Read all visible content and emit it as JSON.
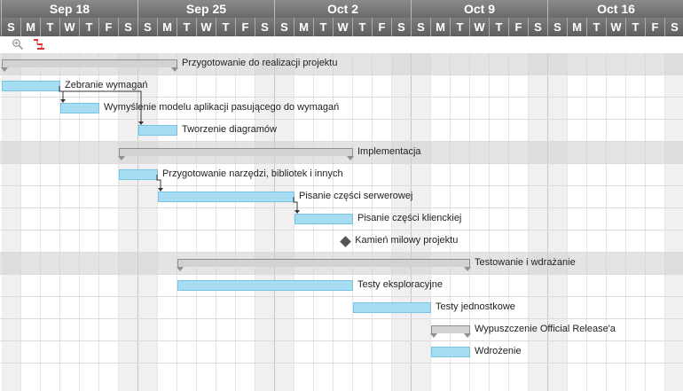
{
  "timeline": {
    "weeks": [
      "Sep 18",
      "Sep 25",
      "Oct 2",
      "Oct 9",
      "Oct 16"
    ],
    "day_letters": [
      "S",
      "M",
      "T",
      "W",
      "T",
      "F",
      "S"
    ]
  },
  "toolbar": {
    "zoom_icon": "zoom-icon",
    "critical_path_icon": "critical-path-icon"
  },
  "colors": {
    "task_fill": "#a6ddf3",
    "summary_fill": "#d2d2d2",
    "milestone": "#555555",
    "weekend_shade": "#f0f0f0",
    "header": "#6e6e6e"
  },
  "tasks": [
    {
      "name": "Przygotowanie do realizacji projektu",
      "type": "summary"
    },
    {
      "name": "Zebranie wymagań",
      "type": "task"
    },
    {
      "name": "Wymyślenie modelu aplikacji pasującego do wymagań",
      "type": "task"
    },
    {
      "name": "Tworzenie diagramów",
      "type": "task"
    },
    {
      "name": "Implementacja",
      "type": "summary"
    },
    {
      "name": "Przygotowanie narzędzi, bibliotek i innych",
      "type": "task"
    },
    {
      "name": "Pisanie części serwerowej",
      "type": "task"
    },
    {
      "name": "Pisanie części klienckiej",
      "type": "task"
    },
    {
      "name": "Kamień milowy projektu",
      "type": "milestone"
    },
    {
      "name": "Testowanie i wdrażanie",
      "type": "summary"
    },
    {
      "name": "Testy eksploracyjne",
      "type": "task"
    },
    {
      "name": "Testy jednostkowe",
      "type": "task"
    },
    {
      "name": "Wypuszczenie Official Release'a",
      "type": "summary"
    },
    {
      "name": "Wdrożenie",
      "type": "task"
    }
  ]
}
